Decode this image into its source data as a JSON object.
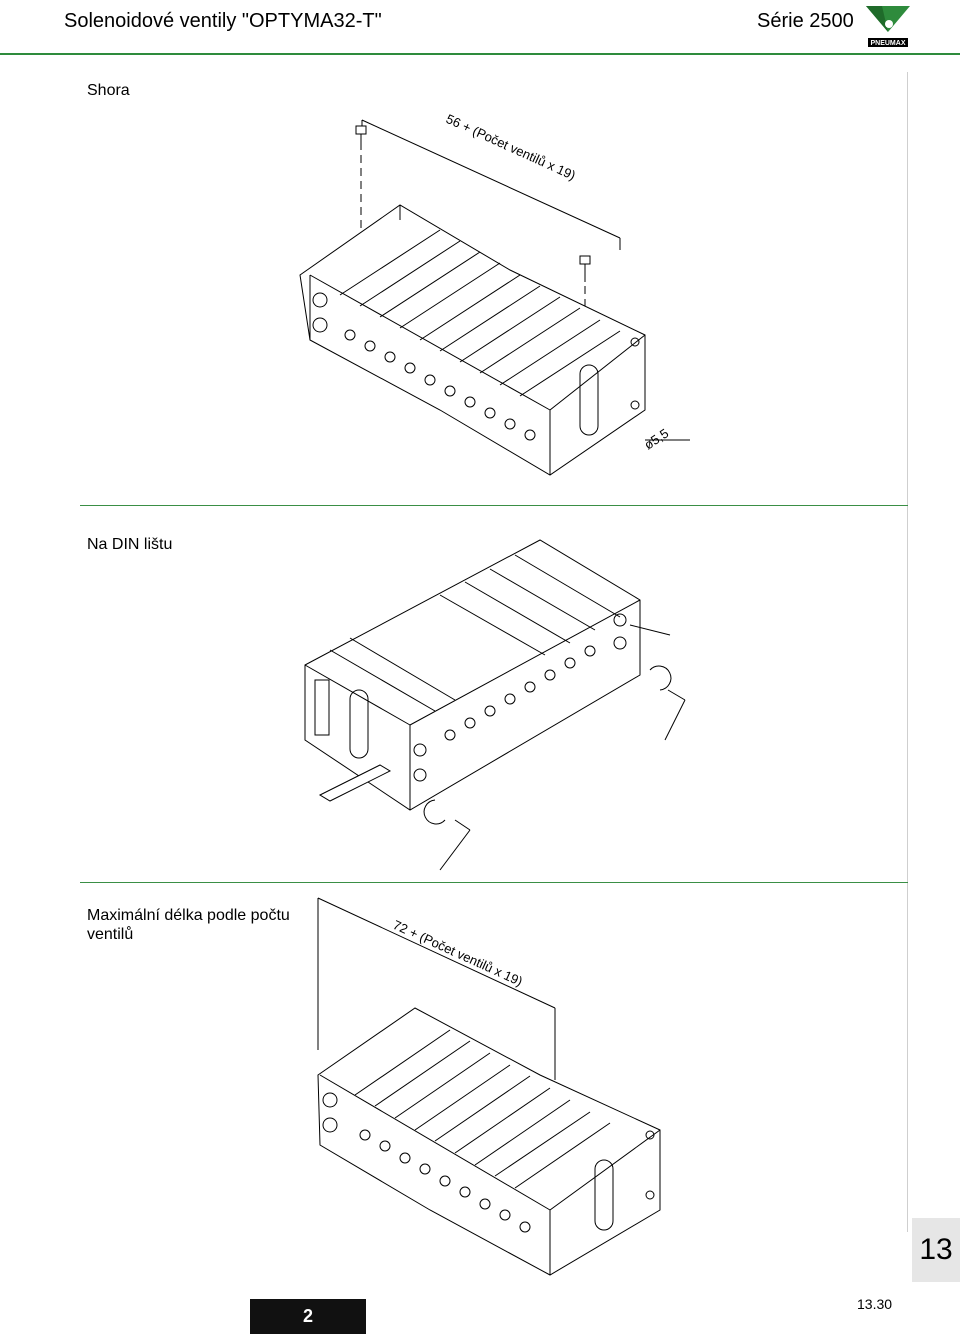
{
  "header": {
    "title": "Solenoidové ventily \"OPTYMA32-T\"",
    "series": "Série 2500",
    "logo_text": "PNEUMAX",
    "accent_color": "#2e8b3c"
  },
  "sections": [
    {
      "label": "Shora",
      "dimension": "56 + (Počet ventilů x 19)",
      "hole": "ø5,5"
    },
    {
      "label": "Na DIN lištu"
    },
    {
      "label": "Maximální délka podle počtu ventilů",
      "dimension": "72 + (Počet ventilů x 19)"
    }
  ],
  "footer": {
    "chapter": "13",
    "page": "2",
    "page_ref": "13.30"
  }
}
